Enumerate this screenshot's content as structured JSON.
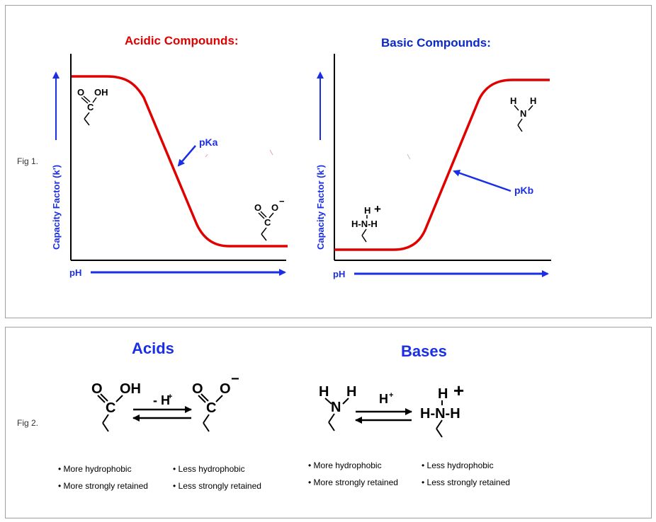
{
  "fig1": {
    "label": "Fig 1.",
    "acid_title": "Acidic Compounds:",
    "base_title": "Basic Compounds:",
    "y_axis_label": "Capacity Factor (k')",
    "x_axis_label": "pH",
    "pka_label": "pKa",
    "pkb_label": "pKb",
    "acid_oh": "OH",
    "acid_o": "O",
    "acid_c": "C",
    "anion_o1": "O",
    "anion_o2": "O",
    "anion_c": "C",
    "anion_charge": "−",
    "ammonium_h_top": "H",
    "ammonium_plus": "+",
    "ammonium_row": "H-N-H",
    "amine_h1": "H",
    "amine_h2": "H",
    "amine_n": "N",
    "colors": {
      "curve": "#e00000",
      "axis_arrow": "#1a2ee6",
      "acid_title": "#e00000",
      "base_title": "#0a28c8"
    }
  },
  "fig2": {
    "label": "Fig 2.",
    "acids_title": "Acids",
    "bases_title": "Bases",
    "acid_eq_label": "- H",
    "acid_eq_sup": "+",
    "base_eq_label": "H",
    "base_eq_sup": "+",
    "acid_left": {
      "o": "O",
      "oh": "OH",
      "c": "C"
    },
    "acid_right": {
      "o1": "O",
      "o2": "O",
      "c": "C",
      "charge": "−"
    },
    "base_left": {
      "h1": "H",
      "h2": "H",
      "n": "N"
    },
    "base_right": {
      "h": "H",
      "plus": "+",
      "row": "H-N-H"
    },
    "acid_left_bullets": [
      "• More hydrophobic",
      "• More strongly retained"
    ],
    "acid_right_bullets": [
      "• Less hydrophobic",
      "• Less strongly retained"
    ],
    "base_left_bullets": [
      "• More hydrophobic",
      "• More strongly retained"
    ],
    "base_right_bullets": [
      "• Less hydrophobic",
      "• Less strongly retained"
    ]
  }
}
